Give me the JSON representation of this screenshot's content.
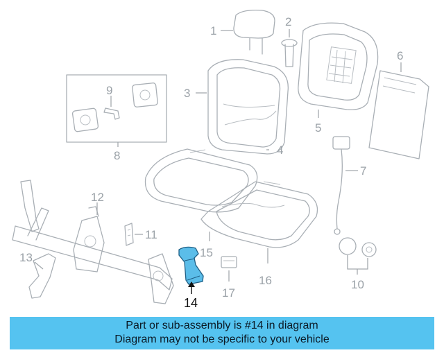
{
  "callouts": {
    "c1": "1",
    "c2": "2",
    "c3": "3",
    "c4": "4",
    "c5": "5",
    "c6": "6",
    "c7": "7",
    "c8": "8",
    "c9": "9",
    "c10": "10",
    "c11": "11",
    "c12": "12",
    "c13": "13",
    "c14": "14",
    "c15": "15",
    "c16": "16",
    "c17": "17"
  },
  "highlight": {
    "part": "14",
    "color": "#5bbde9"
  },
  "banner": {
    "line1": "Part or sub-assembly is #14 in diagram",
    "line2": "Diagram may not be specific to your vehicle",
    "background": "#55c3f0"
  }
}
